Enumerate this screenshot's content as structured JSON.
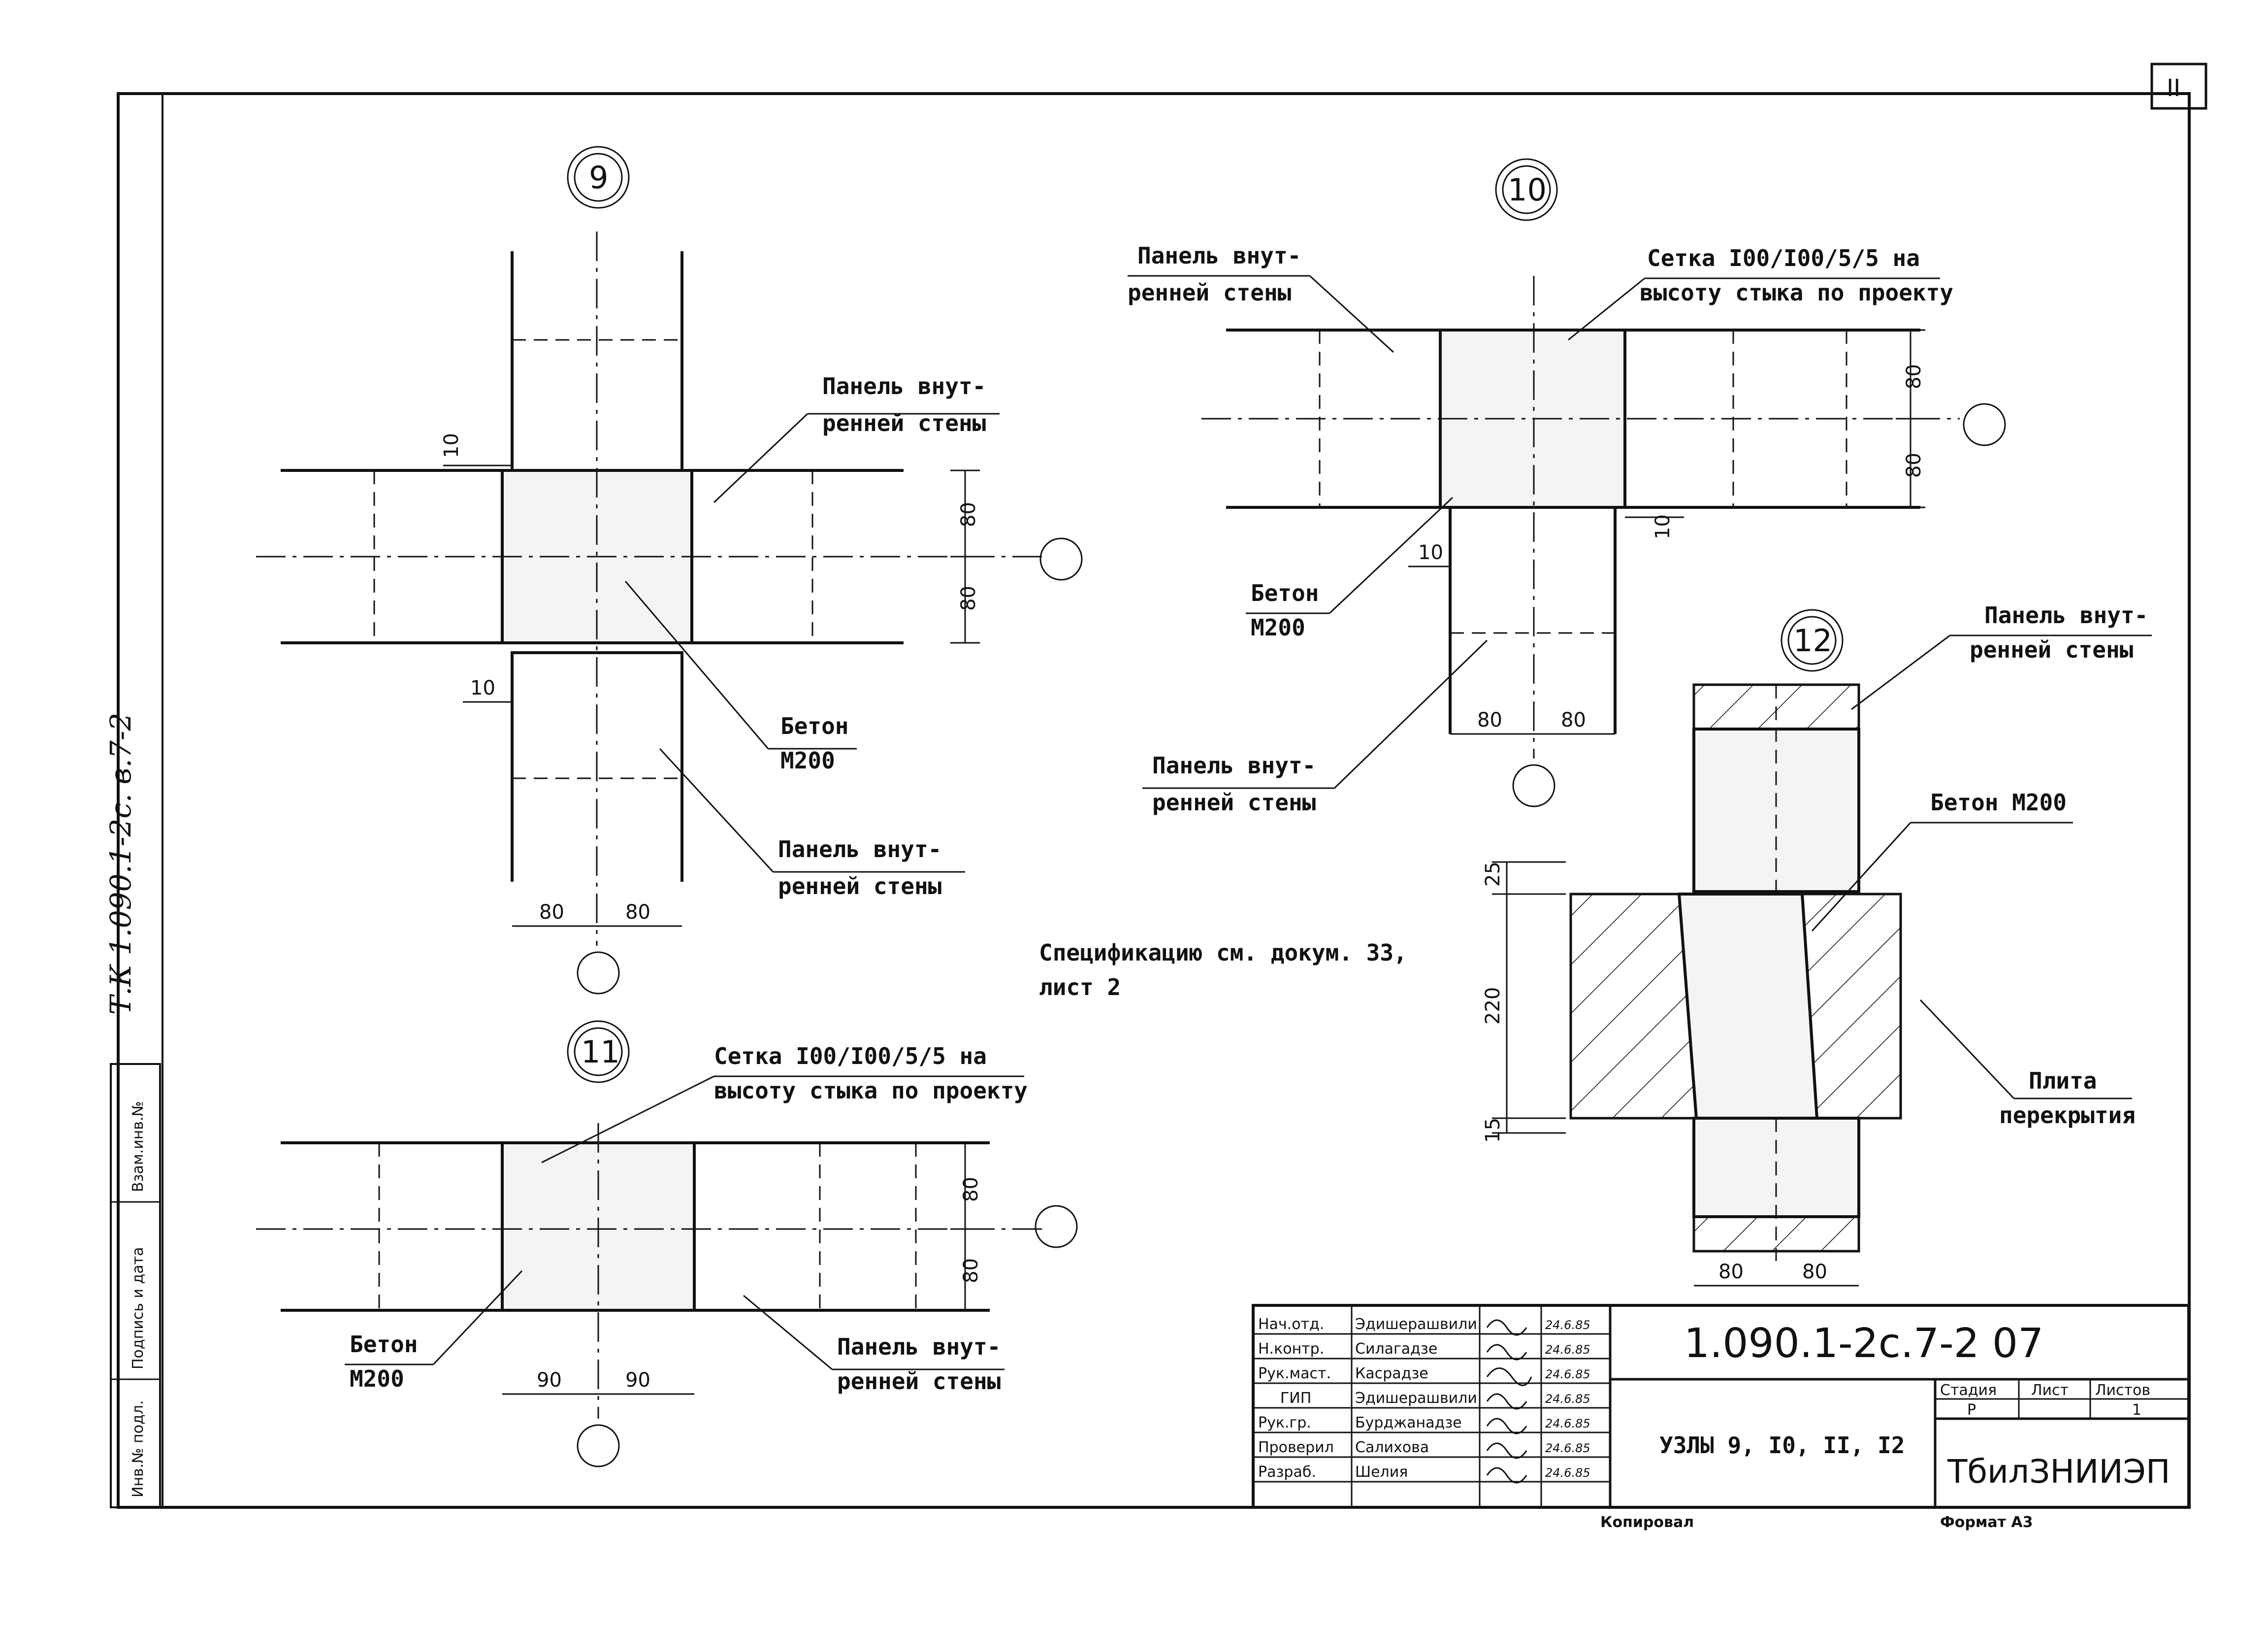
{
  "sheet": {
    "number": "II",
    "side_text": "Т.К 1.090.1-2с. в.7-2"
  },
  "node9": {
    "number": "9",
    "panel_label_1": "Панель внут-",
    "panel_label_2": "ренней стены",
    "panel_label2_1": "Панель внут-",
    "panel_label2_2": "ренней стены",
    "beton_1": "Бетон",
    "beton_2": "М200",
    "dims": {
      "gap_top": "10",
      "gap_bottom": "10",
      "h1": "80",
      "h2": "80",
      "w1": "80",
      "w2": "80"
    }
  },
  "node10": {
    "number": "10",
    "panel_label_1": "Панель внут-",
    "panel_label_2": "ренней стены",
    "mesh_1": "Сетка I00/I00/5/5 на",
    "mesh_2": "высоту стыка по проекту",
    "beton_1": "Бетон",
    "beton_2": "М200",
    "panel_label2_1": "Панель внут-",
    "panel_label2_2": "ренней стены",
    "dims": {
      "gap_left": "10",
      "gap_right": "10",
      "h1": "80",
      "h2": "80",
      "w1": "80",
      "w2": "80"
    }
  },
  "node11": {
    "number": "11",
    "mesh_1": "Сетка I00/I00/5/5 на",
    "mesh_2": "высоту стыка по проекту",
    "beton_1": "Бетон",
    "beton_2": "М200",
    "panel_label_1": "Панель внут-",
    "panel_label_2": "ренней стены",
    "dims": {
      "h1": "80",
      "h2": "80",
      "w1": "90",
      "w2": "90"
    }
  },
  "node12": {
    "number": "12",
    "panel_label_1": "Панель внут-",
    "panel_label_2": "ренней стены",
    "beton": "Бетон М200",
    "slab_1": "Плита",
    "slab_2": "перекрытия",
    "dims": {
      "top": "25",
      "mid": "220",
      "bot": "15",
      "w1": "80",
      "w2": "80"
    }
  },
  "spec_note_1": "Спецификацию см. докум. 33,",
  "spec_note_2": "лист 2",
  "left_stamp": {
    "c1": "Инв.№ подл.",
    "c2": "Подпись и дата",
    "c3": "Взам.инв.№"
  },
  "title_block": {
    "code": "1.090.1-2с.7-2 07",
    "title": "УЗЛЫ 9, I0, II, I2",
    "org": "ТбилЗНИИЭП",
    "stage_h": "Стадия",
    "sheet_h": "Лист",
    "sheets_h": "Листов",
    "stage": "Р",
    "sheet": "",
    "sheets": "1",
    "rows": [
      {
        "role": "Нач.отд.",
        "name": "Эдишерашвили",
        "date": "24.6.85"
      },
      {
        "role": "Н.контр.",
        "name": "Силагадзе",
        "date": "24.6.85"
      },
      {
        "role": "Рук.маст.",
        "name": "Касрадзе",
        "date": "24.6.85"
      },
      {
        "role": "ГИП",
        "name": "Эдишерашвили",
        "date": "24.6.85"
      },
      {
        "role": "Рук.гр.",
        "name": "Бурджанадзе",
        "date": "24.6.85"
      },
      {
        "role": "Проверил",
        "name": "Салихова",
        "date": "24.6.85"
      },
      {
        "role": "Разраб.",
        "name": "Шелия",
        "date": "24.6.85"
      }
    ],
    "copied": "Копировал",
    "format": "Формат А3"
  }
}
